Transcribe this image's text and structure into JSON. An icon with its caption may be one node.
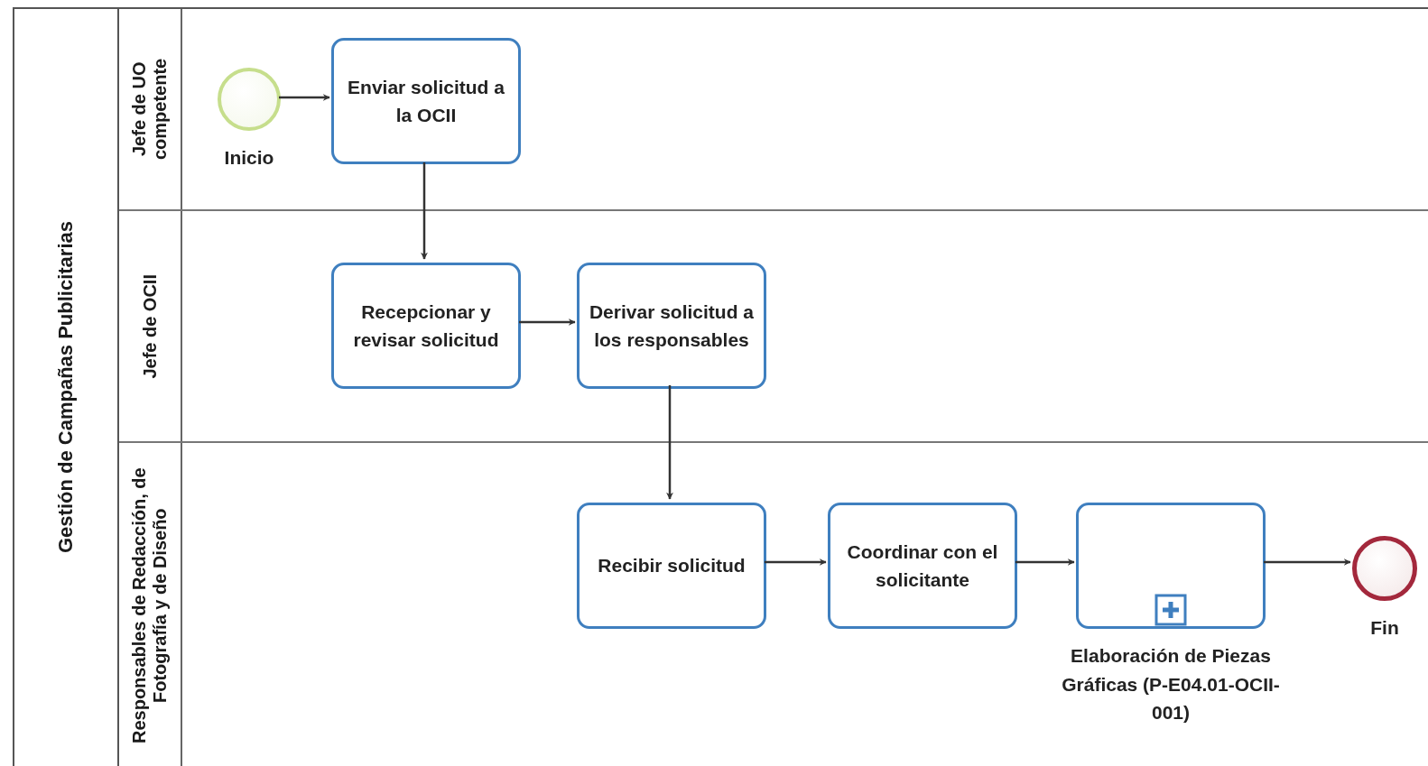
{
  "diagram": {
    "nodes": [
      {
        "text": [
          "Gestión de Campañas Publicitarias"
        ]
      },
      {
        "text": [
          "Jefe de UO competente"
        ],
        "in": 0
      },
      {
        "text": [
          "Inicio"
        ],
        "in": 1
      },
      {
        "text": [
          "Enviar solicitud a la OCII"
        ],
        "in": 1
      },
      {
        "text": [
          "Jefe de OCII"
        ],
        "in": 0
      },
      {
        "text": [
          "Recepcionar y revisar solicitud"
        ],
        "in": 4
      },
      {
        "text": [
          "Derivar solicitud a los responsables"
        ],
        "in": 4
      },
      {
        "text": [
          "Responsables de Redacción, de Fotografía y de Diseño"
        ],
        "in": 0
      },
      {
        "text": [
          "Recibir solicitud"
        ],
        "in": 7
      },
      {
        "text": [
          "Coordinar con el solicitante"
        ],
        "in": 7
      },
      {
        "text": [
          "Elaboración de Piezas Gráficas (P-E04.01-OCII-001)"
        ],
        "in": 7
      },
      {
        "text": [
          "Fin"
        ],
        "in": 7
      }
    ],
    "edges": [
      {
        "from": 2,
        "to": 3,
        "arrow": "to"
      },
      {
        "from": 3,
        "to": 5,
        "arrow": "to"
      },
      {
        "from": 5,
        "to": 6,
        "arrow": "to"
      },
      {
        "from": 6,
        "to": 8,
        "arrow": "to"
      },
      {
        "from": 8,
        "to": 9,
        "arrow": "to"
      },
      {
        "from": 9,
        "to": 10,
        "arrow": "to"
      },
      {
        "from": 10,
        "to": 11,
        "arrow": "to"
      }
    ]
  }
}
